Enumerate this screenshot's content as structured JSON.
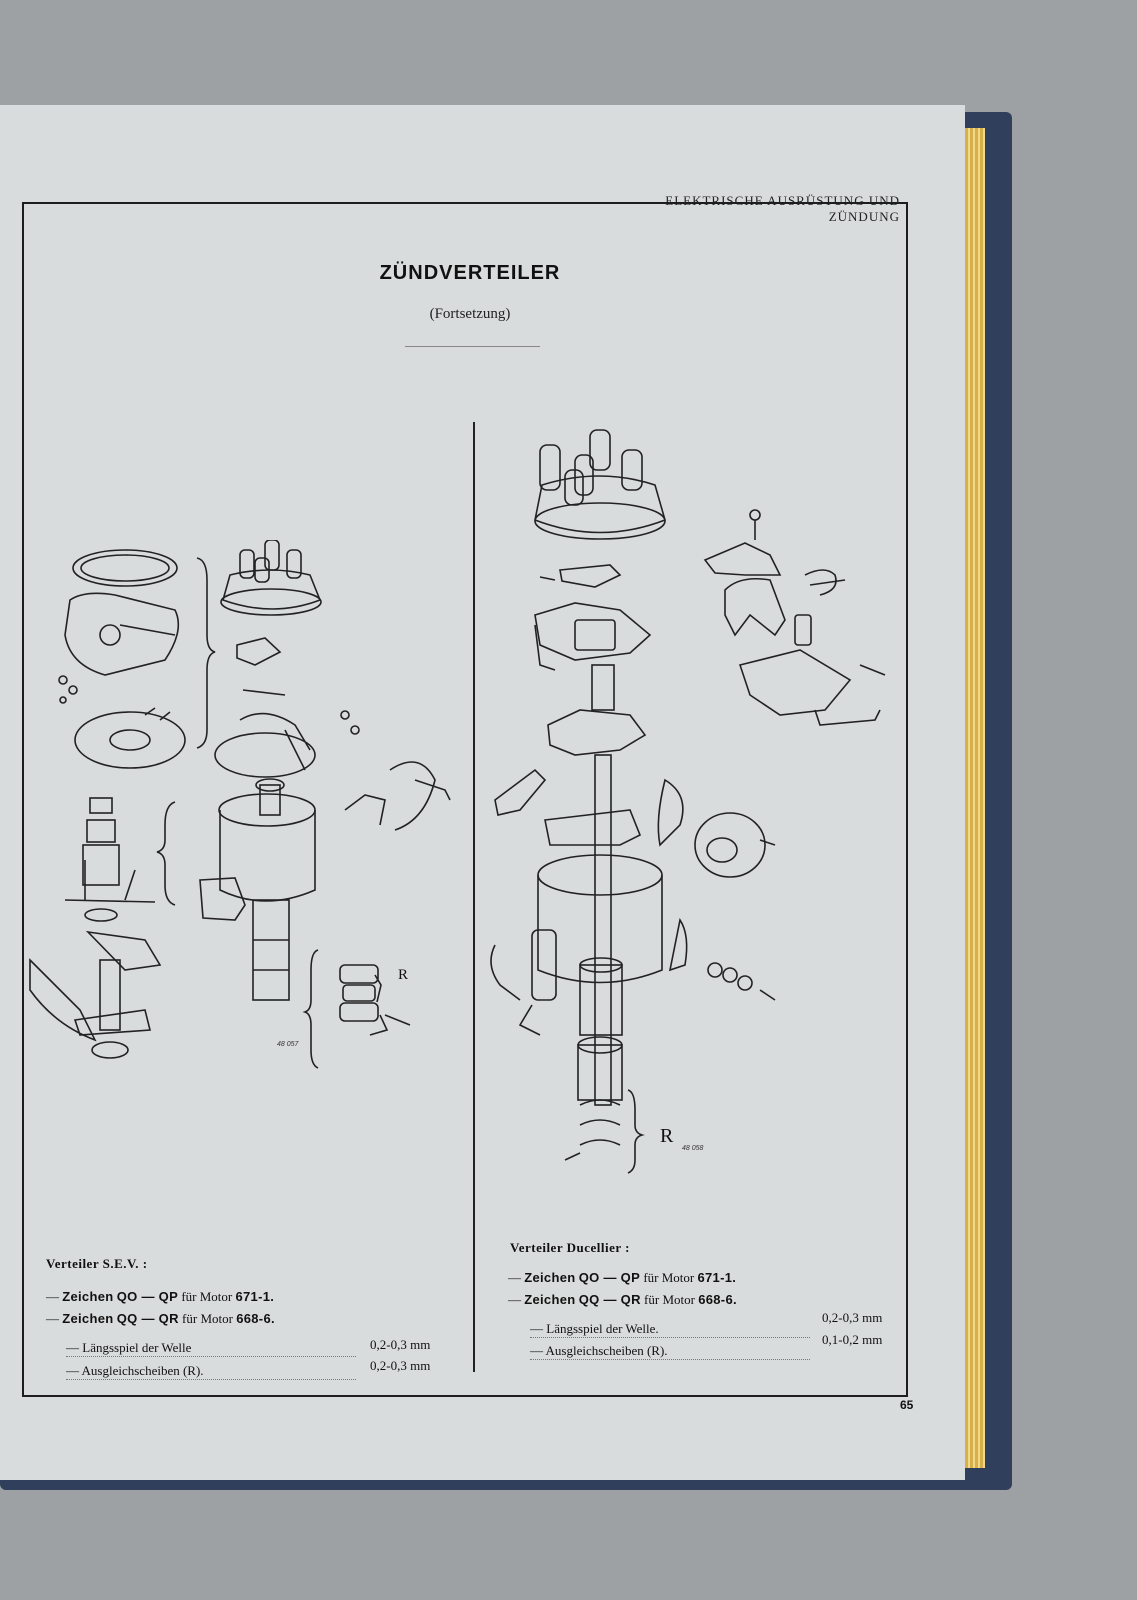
{
  "header": {
    "running_head": "ELEKTRISCHE AUSRÜSTUNG UND ZÜNDUNG"
  },
  "title": "ZÜNDVERTEILER",
  "subtitle": "(Fortsetzung)",
  "left_column": {
    "heading": "Verteiler S.E.V. :",
    "drawing_ref": "48 057",
    "callout_label": "R",
    "lines": [
      {
        "prefix": "—",
        "label": "Zeichen",
        "code": "QO — QP",
        "mid": "für Motor",
        "motor": "671-1."
      },
      {
        "prefix": "—",
        "label": "Zeichen",
        "code": "QQ — QR",
        "mid": "für Motor",
        "motor": "668-6."
      }
    ],
    "specs": [
      {
        "label": "— Längsspiel der Welle",
        "value": "0,2-0,3 mm"
      },
      {
        "label": "— Ausgleichscheiben (R).",
        "value": "0,2-0,3 mm"
      }
    ]
  },
  "right_column": {
    "heading": "Verteiler Ducellier :",
    "drawing_ref": "48 058",
    "callout_label": "R",
    "lines": [
      {
        "prefix": "—",
        "label": "Zeichen",
        "code": "QO — QP",
        "mid": "für Motor",
        "motor": "671-1."
      },
      {
        "prefix": "—",
        "label": "Zeichen",
        "code": "QQ — QR",
        "mid": "für Motor",
        "motor": "668-6."
      }
    ],
    "specs": [
      {
        "label": "— Längsspiel der Welle.",
        "value": "0,2-0,3 mm"
      },
      {
        "label": "— Ausgleichscheiben (R).",
        "value": "0,1-0,2 mm"
      }
    ]
  },
  "page_number": "65"
}
